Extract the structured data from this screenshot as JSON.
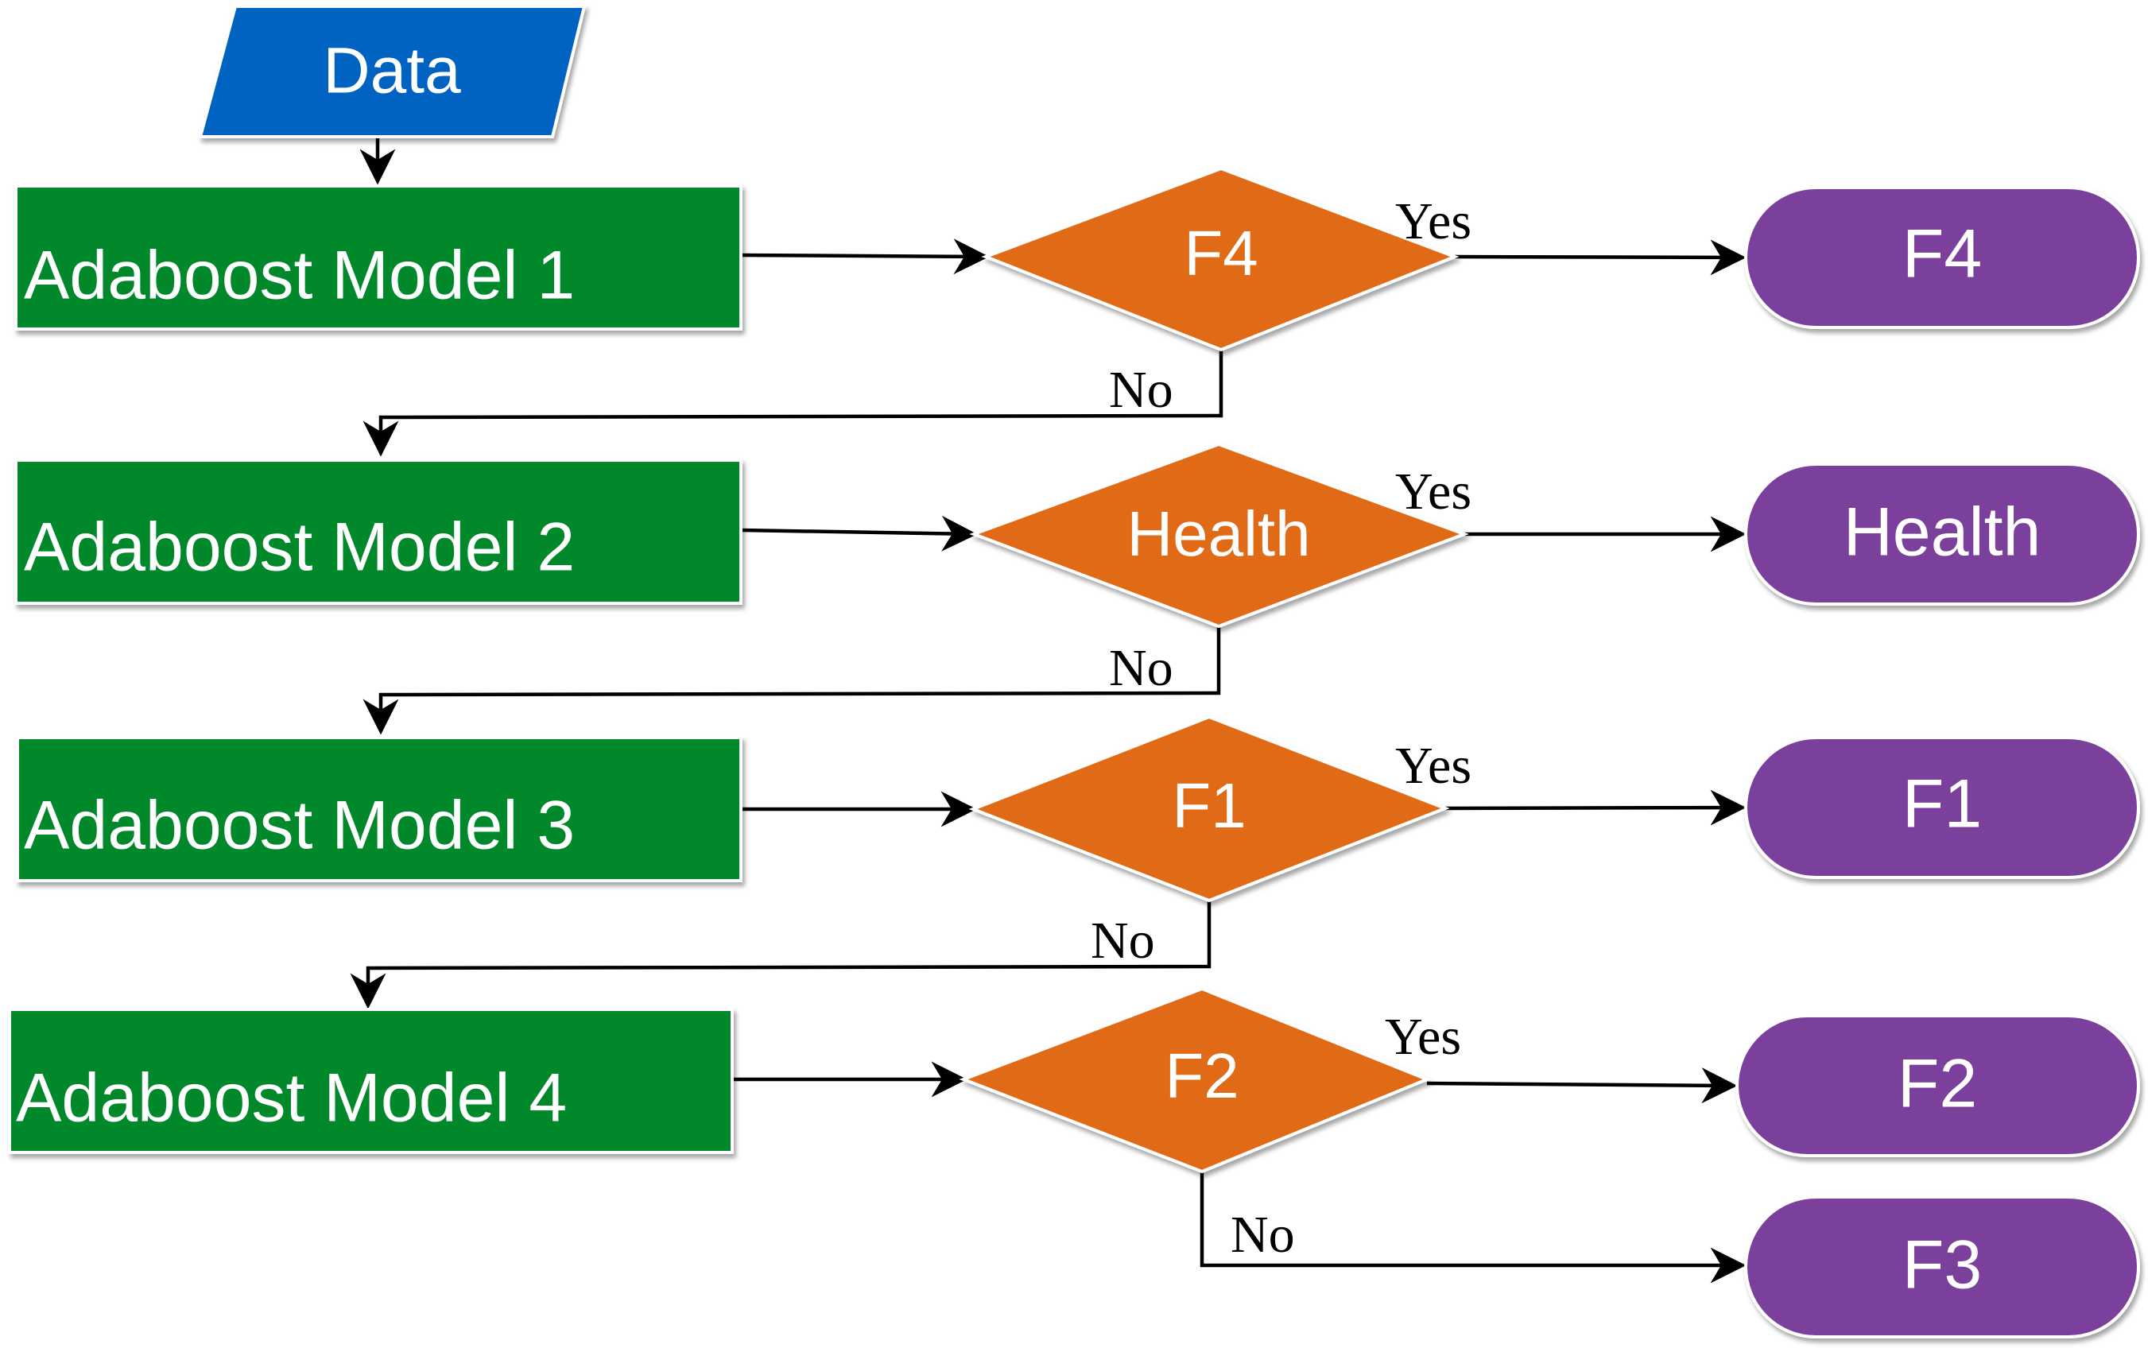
{
  "diagram": {
    "colors": {
      "data": "#0563c1",
      "model": "#03882a",
      "decision": "#e06b12",
      "result": "#7a3f9b",
      "line": "#000000",
      "text": "#ffffff",
      "edge_text": "#000000"
    },
    "input": {
      "label": "Data"
    },
    "models": [
      {
        "label": "Adaboost Model 1"
      },
      {
        "label": "Adaboost Model 2"
      },
      {
        "label": "Adaboost Model 3"
      },
      {
        "label": "Adaboost Model 4"
      }
    ],
    "decisions": [
      {
        "label": "F4"
      },
      {
        "label": "Health"
      },
      {
        "label": "F1"
      },
      {
        "label": "F2"
      }
    ],
    "results": [
      {
        "label": "F4"
      },
      {
        "label": "Health"
      },
      {
        "label": "F1"
      },
      {
        "label": "F2"
      },
      {
        "label": "F3"
      }
    ],
    "edge_labels": {
      "yes": "Yes",
      "no": "No"
    }
  }
}
